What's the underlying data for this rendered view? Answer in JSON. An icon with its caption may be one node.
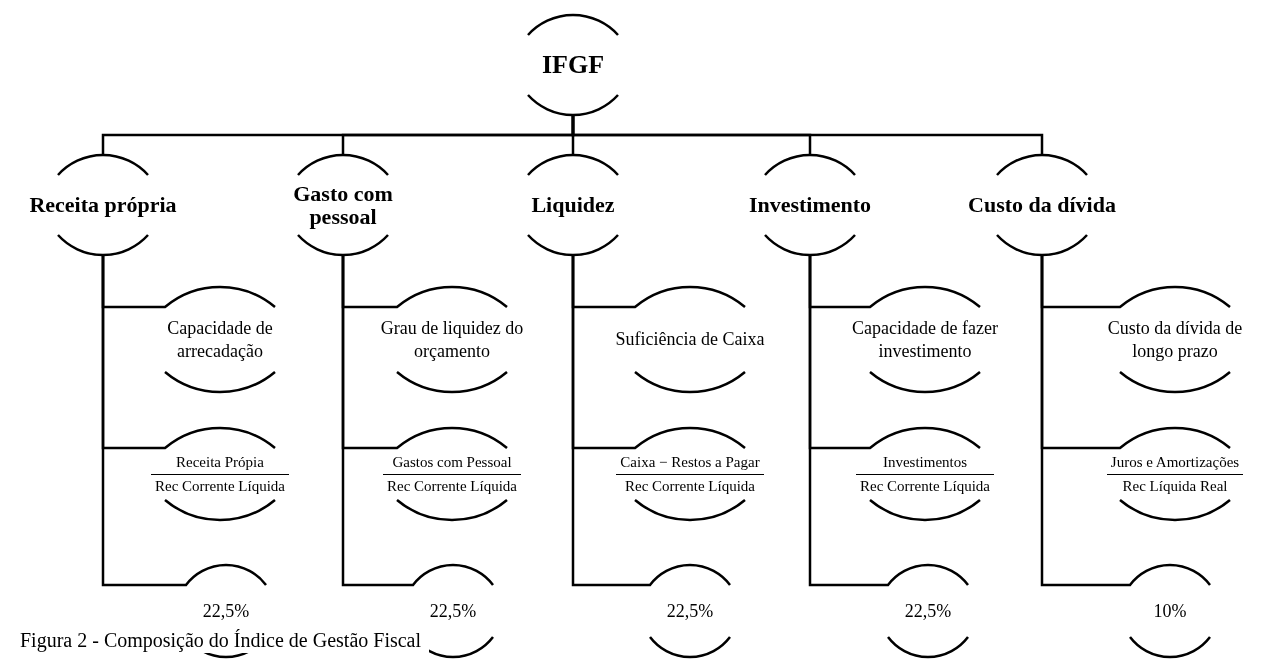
{
  "diagram": {
    "caption": "Figura 2 - Composição do Índice de Gestão Fiscal",
    "nodes": [
      {
        "text": [
          "IFGF"
        ]
      },
      {
        "text": [
          "Receita própria"
        ]
      },
      {
        "text": [
          "Gasto com pessoal"
        ]
      },
      {
        "text": [
          "Liquidez"
        ]
      },
      {
        "text": [
          "Investimento"
        ]
      },
      {
        "text": [
          "Custo da dívida"
        ]
      },
      {
        "text": [
          "Capacidade de arrecadação"
        ]
      },
      {
        "text": [
          "Receita Própia",
          "Rec Corrente Líquida"
        ]
      },
      {
        "text": [
          "22,5%"
        ]
      },
      {
        "text": [
          "Grau de liquidez do orçamento"
        ]
      },
      {
        "text": [
          "Gastos com Pessoal",
          "Rec Corrente Líquida"
        ]
      },
      {
        "text": [
          "22,5%"
        ]
      },
      {
        "text": [
          "Suficiência de Caixa"
        ]
      },
      {
        "text": [
          "Caixa − Restos a Pagar",
          "Rec Corrente Líquida"
        ]
      },
      {
        "text": [
          "22,5%"
        ]
      },
      {
        "text": [
          "Capacidade de fazer investimento"
        ]
      },
      {
        "text": [
          "Investimentos",
          "Rec Corrente Líquida"
        ]
      },
      {
        "text": [
          "22,5%"
        ]
      },
      {
        "text": [
          "Custo da dívida de longo prazo"
        ]
      },
      {
        "text": [
          "Juros e Amortizações",
          "Rec Líquida Real"
        ]
      },
      {
        "text": [
          "10%"
        ]
      }
    ],
    "edges": [
      {
        "from": 0,
        "to": 1,
        "arrow": "none"
      },
      {
        "from": 0,
        "to": 2,
        "arrow": "none"
      },
      {
        "from": 0,
        "to": 3,
        "arrow": "none"
      },
      {
        "from": 0,
        "to": 4,
        "arrow": "none"
      },
      {
        "from": 0,
        "to": 5,
        "arrow": "none"
      },
      {
        "from": 1,
        "to": 6,
        "arrow": "none"
      },
      {
        "from": 1,
        "to": 7,
        "arrow": "none"
      },
      {
        "from": 1,
        "to": 8,
        "arrow": "none"
      },
      {
        "from": 2,
        "to": 9,
        "arrow": "none"
      },
      {
        "from": 2,
        "to": 10,
        "arrow": "none"
      },
      {
        "from": 2,
        "to": 11,
        "arrow": "none"
      },
      {
        "from": 3,
        "to": 12,
        "arrow": "none"
      },
      {
        "from": 3,
        "to": 13,
        "arrow": "none"
      },
      {
        "from": 3,
        "to": 14,
        "arrow": "none"
      },
      {
        "from": 4,
        "to": 15,
        "arrow": "none"
      },
      {
        "from": 4,
        "to": 16,
        "arrow": "none"
      },
      {
        "from": 4,
        "to": 17,
        "arrow": "none"
      },
      {
        "from": 5,
        "to": 18,
        "arrow": "none"
      },
      {
        "from": 5,
        "to": 19,
        "arrow": "none"
      },
      {
        "from": 5,
        "to": 20,
        "arrow": "none"
      }
    ]
  }
}
